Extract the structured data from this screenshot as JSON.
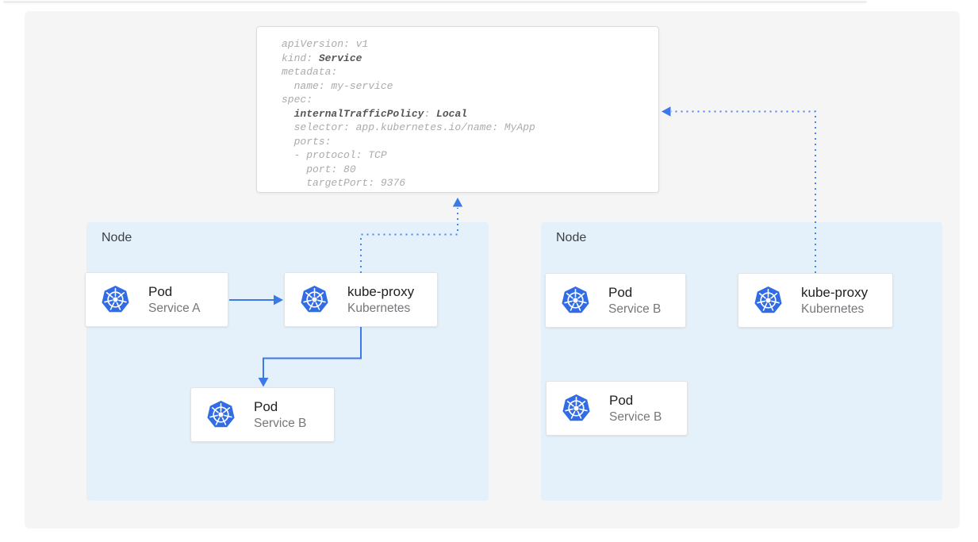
{
  "colors": {
    "panel_bg": "#f5f5f5",
    "node_bg": "#e4f1fb",
    "accent_blue": "#3b78e8",
    "dotted_blue": "#4684ee",
    "kubernetes_blue": "#326ce5",
    "code_regular": "#ababab",
    "code_bold": "#55565a"
  },
  "yaml_box": {
    "lines": [
      {
        "segments": [
          {
            "text": "apiVersion: v1",
            "bold": false
          }
        ]
      },
      {
        "segments": [
          {
            "text": "kind: ",
            "bold": false
          },
          {
            "text": "Service",
            "bold": true
          }
        ]
      },
      {
        "segments": [
          {
            "text": "metadata:",
            "bold": false
          }
        ]
      },
      {
        "segments": [
          {
            "text": "  name: my-service",
            "bold": false
          }
        ]
      },
      {
        "segments": [
          {
            "text": "spec:",
            "bold": false
          }
        ]
      },
      {
        "segments": [
          {
            "text": "  ",
            "bold": false
          },
          {
            "text": "internalTrafficPolicy",
            "bold": true
          },
          {
            "text": ": ",
            "bold": false
          },
          {
            "text": "Local",
            "bold": true
          }
        ]
      },
      {
        "segments": [
          {
            "text": "  selector: app.kubernetes.io/name: MyApp",
            "bold": false
          }
        ]
      },
      {
        "segments": [
          {
            "text": "  ports:",
            "bold": false
          }
        ]
      },
      {
        "segments": [
          {
            "text": "  - protocol: TCP",
            "bold": false
          }
        ]
      },
      {
        "segments": [
          {
            "text": "    port: 80",
            "bold": false
          }
        ]
      },
      {
        "segments": [
          {
            "text": "    targetPort: 9376",
            "bold": false
          }
        ]
      }
    ]
  },
  "nodes": [
    {
      "label": "Node",
      "cards": [
        {
          "title": "Pod",
          "subtitle": "Service A"
        },
        {
          "title": "kube-proxy",
          "subtitle": "Kubernetes"
        },
        {
          "title": "Pod",
          "subtitle": "Service B"
        }
      ]
    },
    {
      "label": "Node",
      "cards": [
        {
          "title": "Pod",
          "subtitle": "Service B"
        },
        {
          "title": "kube-proxy",
          "subtitle": "Kubernetes"
        },
        {
          "title": "Pod",
          "subtitle": "Service B"
        }
      ]
    }
  ]
}
